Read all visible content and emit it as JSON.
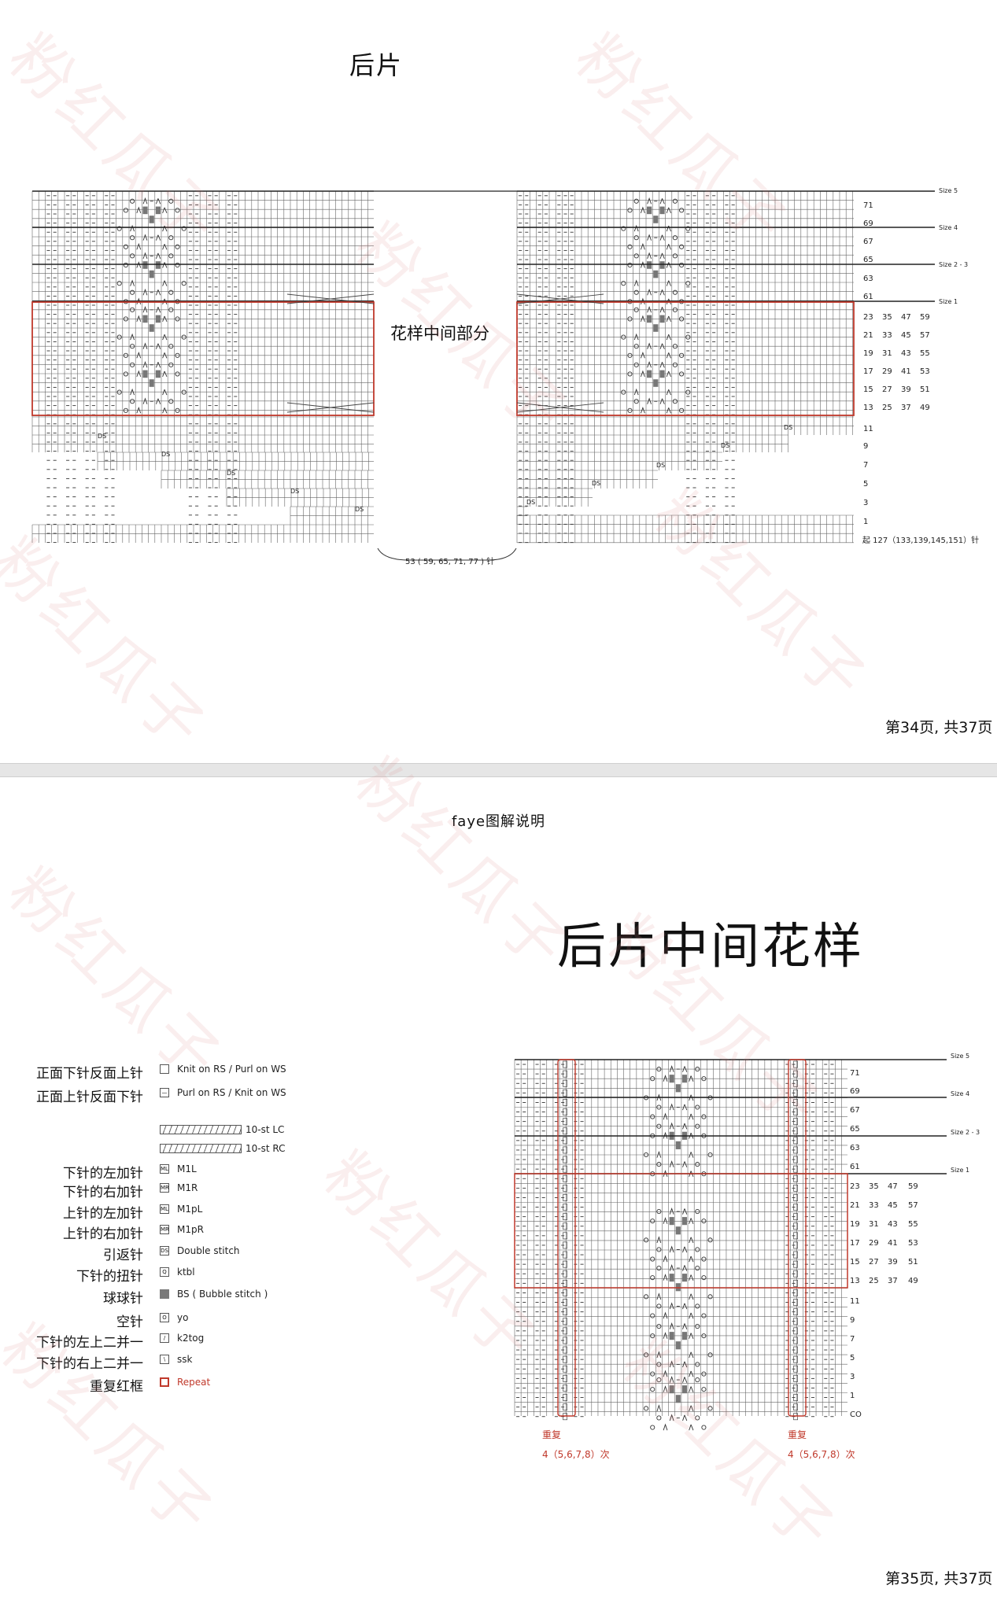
{
  "page1": {
    "title": "后片",
    "center_label": "花样中间部分",
    "size_labels": [
      "Size 5",
      "Size 4",
      "Size 2 - 3",
      "Size 1"
    ],
    "right_rows_top": [
      "71",
      "69",
      "67",
      "65",
      "63",
      "61"
    ],
    "size_rows": [
      [
        "23",
        "35",
        "47",
        "59"
      ],
      [
        "21",
        "33",
        "45",
        "57"
      ],
      [
        "19",
        "31",
        "43",
        "55"
      ],
      [
        "17",
        "29",
        "41",
        "53"
      ],
      [
        "15",
        "27",
        "39",
        "51"
      ],
      [
        "13",
        "25",
        "37",
        "49"
      ]
    ],
    "right_rows_bottom": [
      "11",
      "9",
      "7",
      "5",
      "3",
      "1"
    ],
    "cast_on": "起 127（133,139,145,151）针",
    "bottom_count": "53 ( 59, 65, 71, 77 ) 针",
    "ds": "DS",
    "pager": "第34页, 共37页"
  },
  "page2": {
    "header": "faye图解说明",
    "title": "后片中间花样",
    "legend": [
      {
        "cn": "正面下针反面上针",
        "en": "Knit on RS / Purl on WS",
        "icon": "knit-icon",
        "sym": ""
      },
      {
        "cn": "正面上针反面下针",
        "en": "Purl on RS / Knit on WS",
        "icon": "purl-icon",
        "sym": "—"
      },
      {
        "cn": "",
        "en": "10-st LC",
        "icon": "cable-lc-icon",
        "sym": ""
      },
      {
        "cn": "",
        "en": "10-st RC",
        "icon": "cable-rc-icon",
        "sym": ""
      },
      {
        "cn": "下针的左加针",
        "en": "M1L",
        "icon": "m1l-icon",
        "sym": "ML"
      },
      {
        "cn": "下针的右加针",
        "en": "M1R",
        "icon": "m1r-icon",
        "sym": "MR"
      },
      {
        "cn": "上针的左加针",
        "en": "M1pL",
        "icon": "m1pl-icon",
        "sym": "ML"
      },
      {
        "cn": "上针的右加针",
        "en": "M1pR",
        "icon": "m1pr-icon",
        "sym": "MR"
      },
      {
        "cn": "引返针",
        "en": "Double stitch",
        "icon": "double-stitch-icon",
        "sym": "DS"
      },
      {
        "cn": "下针的扭针",
        "en": "ktbl",
        "icon": "ktbl-icon",
        "sym": "Q"
      },
      {
        "cn": "球球针",
        "en": "BS ( Bubble stitch )",
        "icon": "bubble-stitch-icon",
        "sym": ""
      },
      {
        "cn": "空针",
        "en": "yo",
        "icon": "yo-icon",
        "sym": "O"
      },
      {
        "cn": "下针的左上二并一",
        "en": "k2tog",
        "icon": "k2tog-icon",
        "sym": "/"
      },
      {
        "cn": "下针的右上二并一",
        "en": "ssk",
        "icon": "ssk-icon",
        "sym": "\\"
      },
      {
        "cn": "重复红框",
        "en": "Repeat",
        "icon": "repeat-icon",
        "sym": ""
      }
    ],
    "size_labels": [
      "Size 5",
      "Size 4",
      "Size 2 - 3",
      "Size 1"
    ],
    "right_rows_top": [
      "71",
      "69",
      "67",
      "65",
      "63",
      "61"
    ],
    "size_rows": [
      [
        "23",
        "35",
        "47",
        "59"
      ],
      [
        "21",
        "33",
        "45",
        "57"
      ],
      [
        "19",
        "31",
        "43",
        "55"
      ],
      [
        "17",
        "29",
        "41",
        "53"
      ],
      [
        "15",
        "27",
        "39",
        "51"
      ],
      [
        "13",
        "25",
        "37",
        "49"
      ]
    ],
    "right_rows_bottom": [
      "11",
      "9",
      "7",
      "5",
      "3",
      "1",
      "CO"
    ],
    "repeat_label": "重复",
    "repeat_count": "4（5,6,7,8）次",
    "pager": "第35页, 共37页"
  },
  "watermark": "粉红瓜子",
  "colors": {
    "repeat_red": "#c0392b",
    "grid": "#555555",
    "bubble": "#7a7a7a",
    "separator": "#e6e6e6",
    "watermark": "#dc7878"
  }
}
